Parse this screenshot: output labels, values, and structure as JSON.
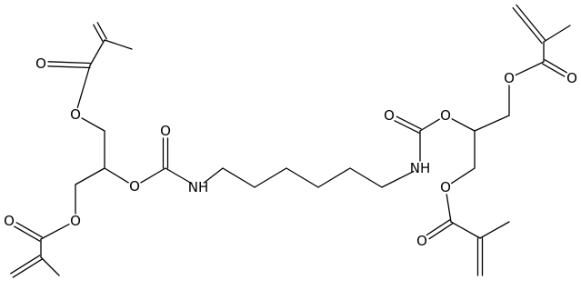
{
  "diagram": {
    "type": "chemical-structure",
    "background_color": "#ffffff",
    "line_color": "#000000",
    "atoms": [
      {
        "id": "o1",
        "label": "O"
      },
      {
        "id": "o2",
        "label": "O"
      },
      {
        "id": "o3",
        "label": "O"
      },
      {
        "id": "o4",
        "label": "O"
      },
      {
        "id": "o5",
        "label": "O"
      },
      {
        "id": "o6",
        "label": "O"
      },
      {
        "id": "n1",
        "label": "NH"
      },
      {
        "id": "n2",
        "label": "NH"
      },
      {
        "id": "o7",
        "label": "O"
      },
      {
        "id": "o8",
        "label": "O"
      },
      {
        "id": "o9",
        "label": "O"
      },
      {
        "id": "o10",
        "label": "O"
      },
      {
        "id": "o11",
        "label": "O"
      },
      {
        "id": "o12",
        "label": "O"
      }
    ]
  }
}
